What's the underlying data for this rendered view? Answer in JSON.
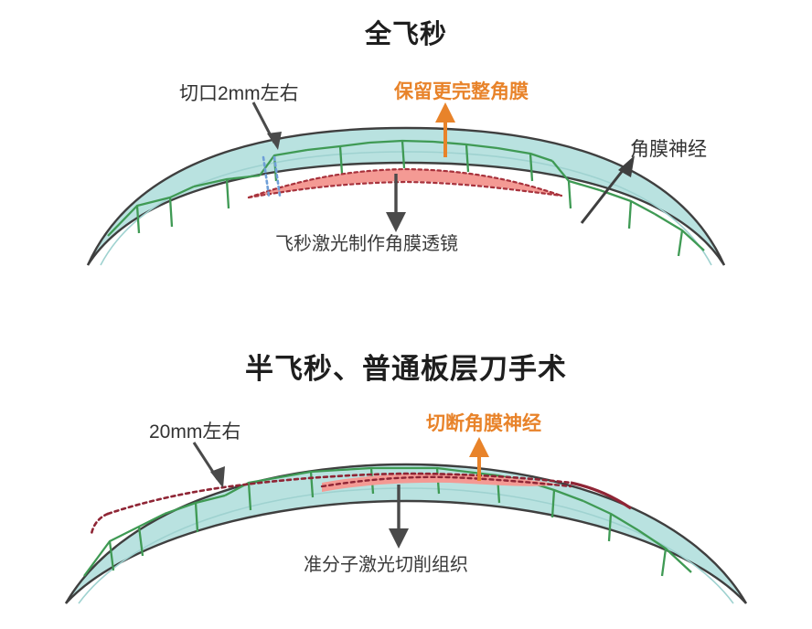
{
  "page": {
    "background_color": "#ffffff",
    "text_color": "#2b2b2b"
  },
  "colors": {
    "cornea_fill": "#b9e2e0",
    "cornea_outline": "#3f3f3f",
    "nerve_green": "#3f9a54",
    "lenticule_fill": "#f49a94",
    "lenticule_dotted": "#a8323c",
    "incision_blue": "#6f9fd8",
    "arrow_gray": "#4a4a4a",
    "arrow_orange": "#e8832a",
    "flap_cut_red": "#8f2535",
    "highlight_orange": "#e8832a"
  },
  "panels": [
    {
      "id": "smile",
      "title": "全飞秒",
      "labels": {
        "incision": "切口2mm左右",
        "highlight": "保留更完整角膜",
        "nerve": "角膜神经",
        "caption": "飞秒激光制作角膜透镜"
      },
      "icons": {
        "incision_arrow": "arrow-down-left-icon",
        "highlight_arrow": "arrow-up-icon",
        "nerve_arrow": "arrow-up-right-icon",
        "caption_arrow": "arrow-down-icon"
      }
    },
    {
      "id": "femto-lasik",
      "title": "半飞秒、普通板层刀手术",
      "labels": {
        "incision": "20mm左右",
        "highlight": "切断角膜神经",
        "caption": "准分子激光切削组织"
      },
      "icons": {
        "incision_arrow": "arrow-down-right-icon",
        "highlight_arrow": "arrow-up-icon",
        "caption_arrow": "arrow-down-icon"
      }
    }
  ]
}
